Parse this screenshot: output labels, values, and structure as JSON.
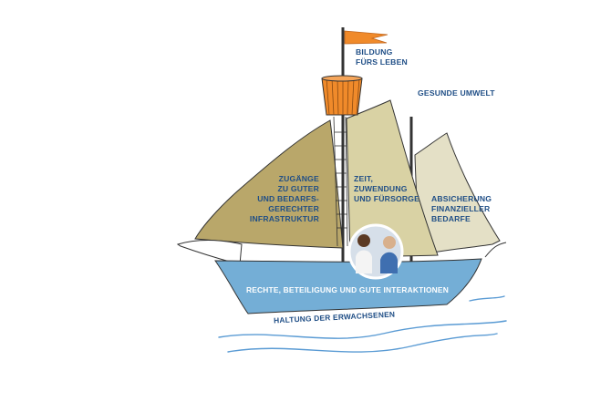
{
  "labels": {
    "flag": [
      "BILDUNG",
      "FÜRS LEBEN"
    ],
    "environment": "GESUNDE UMWELT",
    "sail_left": [
      "ZUGÄNGE",
      "ZU GUTER",
      "UND BEDARFS-",
      "GERECHTER",
      "INFRASTRUKTUR"
    ],
    "sail_middle": [
      "ZEIT,",
      "ZUWENDUNG",
      "UND FÜRSORGE"
    ],
    "sail_right": [
      "ABSICHERUNG",
      "FINANZIELLER",
      "BEDARFE"
    ],
    "hull": "RECHTE, BETEILIGUNG UND GUTE INTERAKTIONEN",
    "water": "HALTUNG DER ERWACHSENEN"
  },
  "colors": {
    "text": "#1f4e86",
    "sail_left": "#b9a76a",
    "sail_middle": "#d9d2a4",
    "sail_right": "#e4e0c6",
    "hull": "#74aed6",
    "flag": "#f08a2a",
    "basket": "#f08a2a",
    "water_lines": "#5a9bd4"
  },
  "icons": {
    "flag": "pennant-flag-icon",
    "crows_nest": "basket-icon",
    "photo": "children-photo"
  }
}
